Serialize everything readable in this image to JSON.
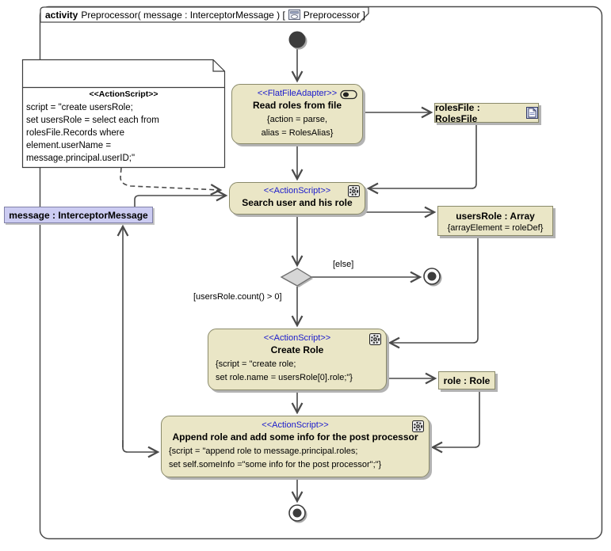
{
  "header": {
    "keyword": "activity",
    "title": "Preprocessor( message : InterceptorMessage ) [",
    "diagram_name": "Preprocessor ]",
    "frame_icon": "activity-frame-icon"
  },
  "note": {
    "stereotype": "<<ActionScript>>",
    "lines": [
      "script = \"create usersRole;",
      "set usersRole = select each from",
      "rolesFile.Records where",
      "element.userName =",
      "message.principal.userID;\""
    ]
  },
  "nodes": {
    "read_roles": {
      "stereotype": "<<FlatFileAdapter>>",
      "title": "Read roles from file",
      "body": [
        "{action = parse,",
        "alias = RolesAlias}"
      ],
      "icon": "adapter-icon"
    },
    "search_user": {
      "stereotype": "<<ActionScript>>",
      "title": "Search user and his role",
      "icon": "gear-icon"
    },
    "create_role": {
      "stereotype": "<<ActionScript>>",
      "title": "Create Role",
      "body": [
        "{script = \"create role;",
        "set role.name = usersRole[0].role;\"}"
      ],
      "icon": "gear-icon"
    },
    "append_role": {
      "stereotype": "<<ActionScript>>",
      "title": "Append role and add some info for the post processor",
      "body": [
        "{script = \"append role to message.principal.roles;",
        "set self.someInfo =\"some info for the post processor\";\"}"
      ],
      "icon": "gear-icon"
    },
    "roles_file": {
      "label": "rolesFile : RolesFile",
      "icon": "document-icon"
    },
    "users_role": {
      "title": "usersRole : Array",
      "body": "{arrayElement = roleDef}"
    },
    "role": {
      "label": "role : Role"
    },
    "message": {
      "label": "message : InterceptorMessage"
    }
  },
  "guards": {
    "else_label": "[else]",
    "count_label": "[usersRole.count() > 0]"
  },
  "colors": {
    "node_fill": "#eae6c6",
    "node_border": "#8a8a6a",
    "stereotype_text": "#1a1acd",
    "message_fill": "#ccccf2",
    "edge": "#4a4a4a",
    "shadow": "#b3b3b3"
  }
}
